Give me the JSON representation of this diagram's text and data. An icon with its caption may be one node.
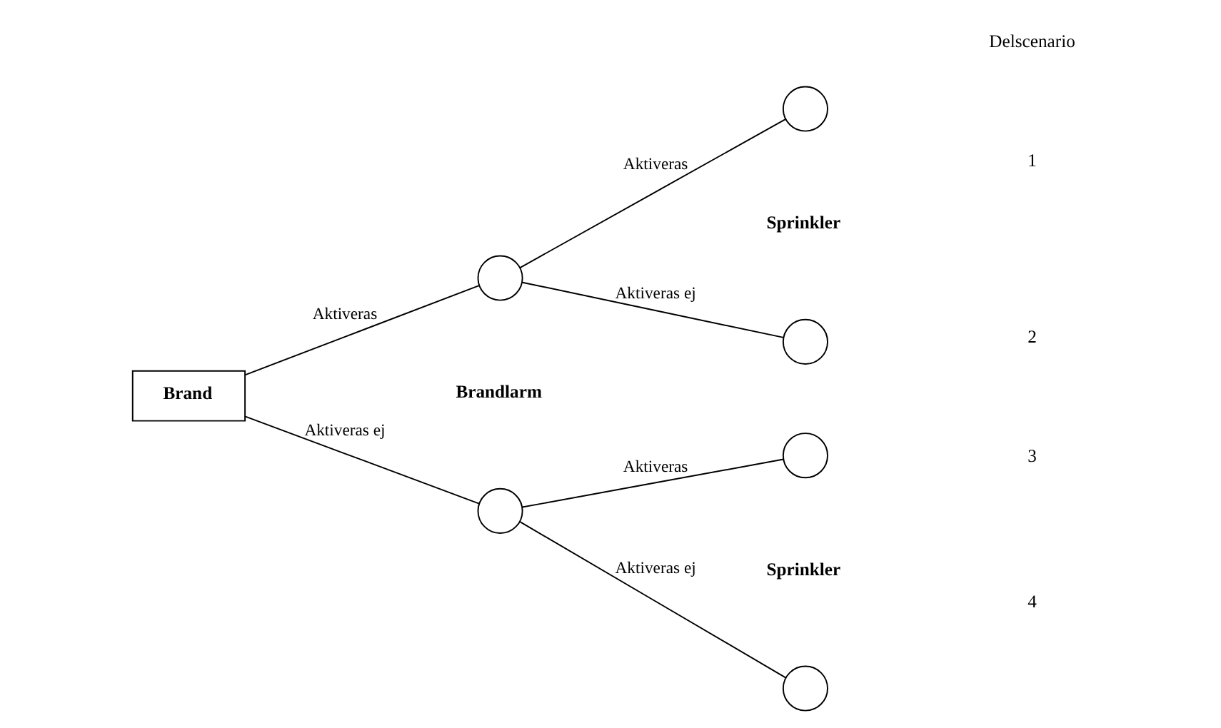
{
  "diagram": {
    "nodes": [
      {
        "text": [
          "Brand"
        ]
      },
      {
        "text": [],
        "shape": "circle"
      },
      {
        "text": [],
        "shape": "circle"
      },
      {
        "text": [],
        "shape": "circle"
      },
      {
        "text": [],
        "shape": "circle"
      },
      {
        "text": [],
        "shape": "circle"
      },
      {
        "text": [],
        "shape": "circle"
      }
    ],
    "edges": [
      {
        "from": 0,
        "to": 1,
        "arrow": "none",
        "label": "Aktiveras"
      },
      {
        "from": 0,
        "to": 2,
        "arrow": "none",
        "label": "Aktiveras ej"
      },
      {
        "from": 1,
        "to": 3,
        "arrow": "none",
        "label": "Aktiveras"
      },
      {
        "from": 1,
        "to": 4,
        "arrow": "none",
        "label": "Aktiveras ej"
      },
      {
        "from": 2,
        "to": 5,
        "arrow": "none",
        "label": "Aktiveras"
      },
      {
        "from": 2,
        "to": 6,
        "arrow": "none",
        "label": "Aktiveras ej"
      }
    ],
    "labels": [
      "Delscenario",
      "1",
      "2",
      "3",
      "4",
      "Brandlarm",
      "Sprinkler",
      "Sprinkler"
    ]
  }
}
